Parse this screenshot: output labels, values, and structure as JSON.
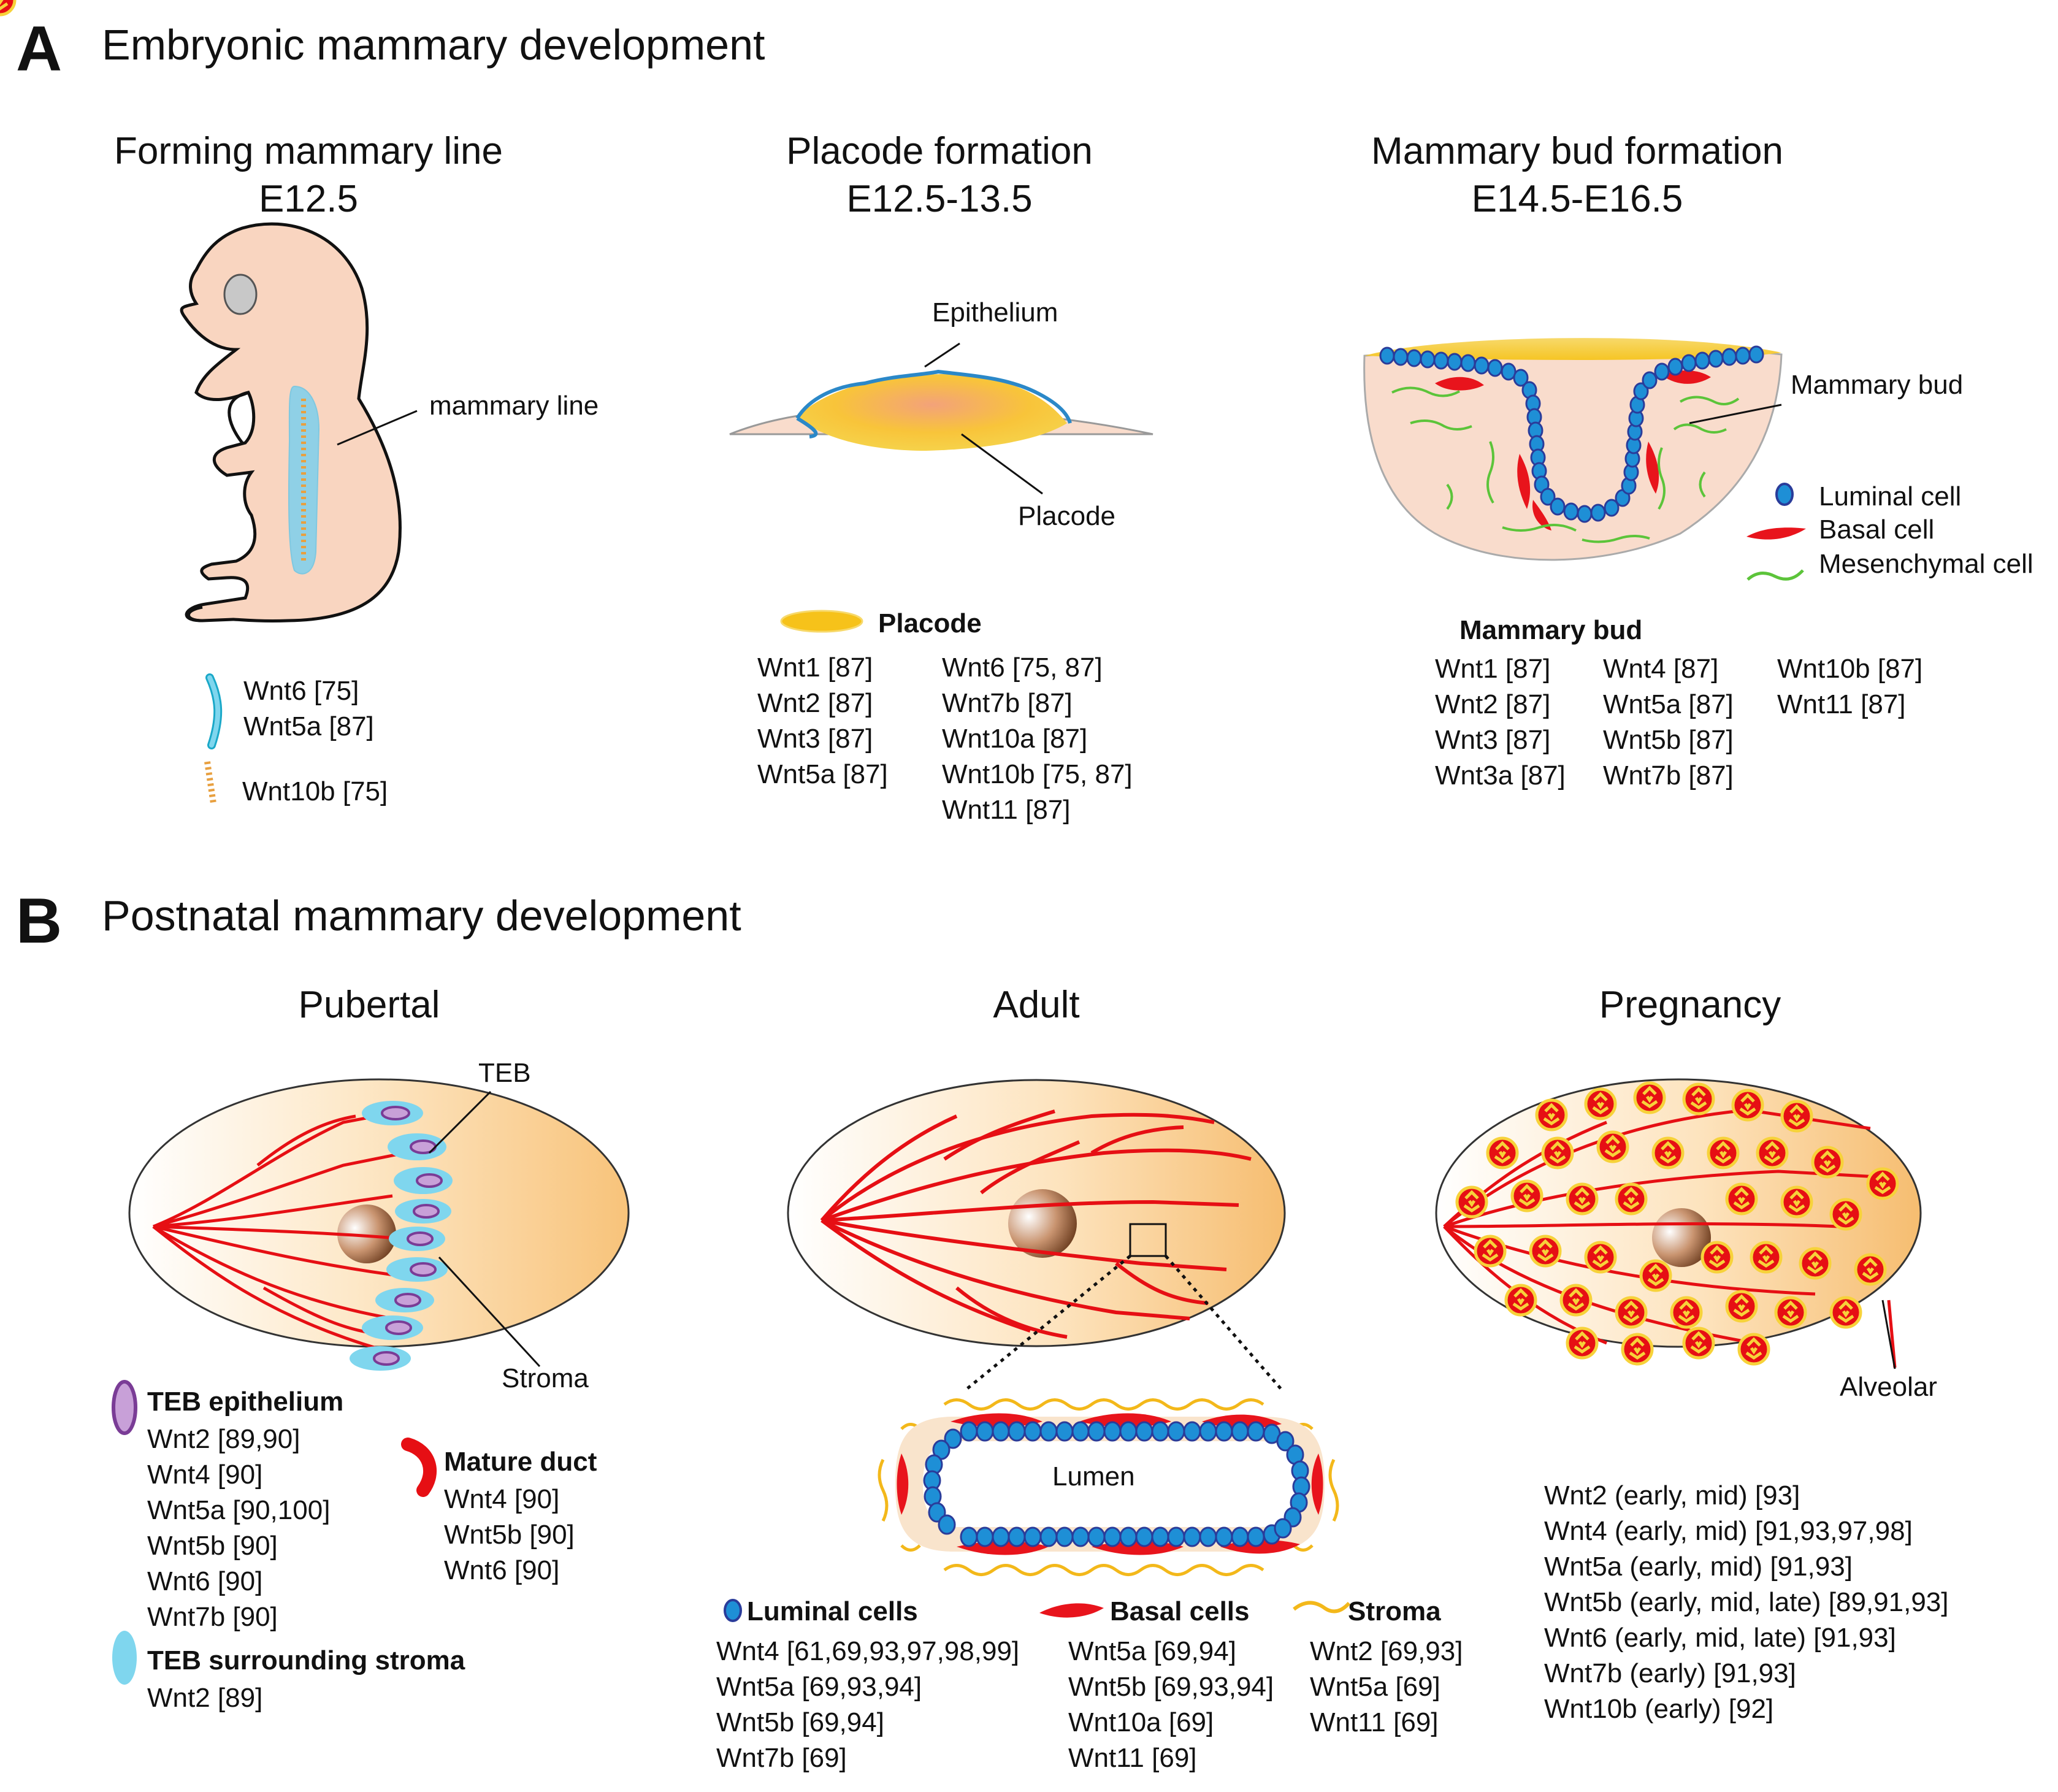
{
  "panelA": {
    "letter": "A",
    "title": "Embryonic mammary development",
    "stage1": {
      "title": "Forming mammary line",
      "subtitle": "E12.5",
      "annotation": "mammary line",
      "legend": [
        {
          "icon": "blue-line-icon",
          "lines": [
            "Wnt6 [75]",
            "Wnt5a [87]"
          ]
        },
        {
          "icon": "orange-dashed-line-icon",
          "lines": [
            "Wnt10b [75]"
          ]
        }
      ]
    },
    "stage2": {
      "title": "Placode formation",
      "subtitle": "E12.5-13.5",
      "annotations": {
        "epithelium": "Epithelium",
        "placode": "Placode"
      },
      "legend_title": "Placode",
      "col1": [
        "Wnt1 [87]",
        "Wnt2 [87]",
        "Wnt3 [87]",
        "Wnt5a [87]"
      ],
      "col2": [
        "Wnt6 [75, 87]",
        "Wnt7b [87]",
        "Wnt10a [87]",
        "Wnt10b [75, 87]",
        "Wnt11 [87]"
      ]
    },
    "stage3": {
      "title": "Mammary bud formation",
      "subtitle": "E14.5-E16.5",
      "annotation": "Mammary bud",
      "cell_legend": [
        "Luminal cell",
        "Basal cell",
        "Mesenchymal cell"
      ],
      "legend_title": "Mammary bud",
      "col1": [
        "Wnt1 [87]",
        "Wnt2 [87]",
        "Wnt3 [87]",
        "Wnt3a [87]"
      ],
      "col2": [
        "Wnt4 [87]",
        "Wnt5a [87]",
        "Wnt5b [87]",
        "Wnt7b [87]"
      ],
      "col3": [
        "Wnt10b [87]",
        "Wnt11 [87]"
      ]
    }
  },
  "panelB": {
    "letter": "B",
    "title": "Postnatal mammary development",
    "pubertal": {
      "title": "Pubertal",
      "annotations": {
        "teb": "TEB",
        "stroma": "Stroma"
      },
      "teb_epithelium": {
        "title": "TEB epithelium",
        "lines": [
          "Wnt2 [89,90]",
          "Wnt4 [90]",
          "Wnt5a [90,100]",
          "Wnt5b [90]",
          "Wnt6 [90]",
          "Wnt7b [90]"
        ]
      },
      "teb_stroma": {
        "title": "TEB surrounding stroma",
        "lines": [
          "Wnt2 [89]"
        ]
      },
      "mature_duct": {
        "title": "Mature duct",
        "lines": [
          "Wnt4 [90]",
          "Wnt5b [90]",
          "Wnt6 [90]"
        ]
      }
    },
    "adult": {
      "title": "Adult",
      "lumen": "Lumen",
      "luminal": {
        "title": "Luminal cells",
        "lines": [
          "Wnt4 [61,69,93,97,98,99]",
          "Wnt5a [69,93,94]",
          "Wnt5b [69,94]",
          "Wnt7b [69]"
        ]
      },
      "basal": {
        "title": "Basal cells",
        "lines": [
          "Wnt5a [69,94]",
          "Wnt5b [69,93,94]",
          "Wnt10a [69]",
          "Wnt11 [69]"
        ]
      },
      "stroma": {
        "title": "Stroma",
        "lines": [
          "Wnt2 [69,93]",
          "Wnt5a [69]",
          "Wnt11 [69]"
        ]
      }
    },
    "pregnancy": {
      "title": "Pregnancy",
      "annotation": "Alveolar",
      "lines": [
        "Wnt2 (early, mid) [93]",
        "Wnt4 (early, mid) [91,93,97,98]",
        "Wnt5a (early, mid) [91,93]",
        "Wnt5b (early, mid, late) [89,91,93]",
        "Wnt6 (early, mid, late) [91,93]",
        "Wnt7b (early) [91,93]",
        "Wnt10b (early) [92]"
      ]
    }
  },
  "colors": {
    "skin": "#f9d5c0",
    "luminal": "#1e8fd6",
    "basal": "#e8141c",
    "mesenchymal": "#5cc43a",
    "placode": "#f6c21a",
    "teb": "#7fd6ee",
    "fatpad": "#f8c987",
    "duct": "#e60f14"
  }
}
